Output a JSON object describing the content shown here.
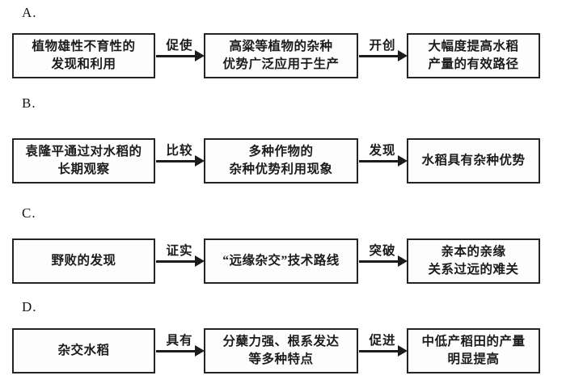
{
  "page": {
    "background_color": "#ffffff",
    "ink_color": "#1b1b1b",
    "description_note": "Scanned multiple-choice flowchart options about hybrid rice"
  },
  "options": [
    {
      "label": "A.",
      "boxes": [
        {
          "lines": [
            "植物雄性不育性的",
            "发现和利用"
          ]
        },
        {
          "lines": [
            "高粱等植物的杂种",
            "优势广泛应用于生产"
          ]
        },
        {
          "lines": [
            "大幅度提高水稻",
            "产量的有效路径"
          ]
        }
      ],
      "arrows": [
        "促使",
        "开创"
      ]
    },
    {
      "label": "B.",
      "boxes": [
        {
          "lines": [
            "袁隆平通过对水稻的",
            "长期观察"
          ]
        },
        {
          "lines": [
            "多种作物的",
            "杂种优势利用现象"
          ]
        },
        {
          "lines": [
            "水稻具有杂种优势"
          ]
        }
      ],
      "arrows": [
        "比较",
        "发现"
      ]
    },
    {
      "label": "C.",
      "boxes": [
        {
          "lines": [
            "野败的发现"
          ]
        },
        {
          "lines": [
            "“远缘杂交”技术路线"
          ]
        },
        {
          "lines": [
            "亲本的亲缘",
            "关系过远的难关"
          ]
        }
      ],
      "arrows": [
        "证实",
        "突破"
      ]
    },
    {
      "label": "D.",
      "boxes": [
        {
          "lines": [
            "杂交水稻"
          ]
        },
        {
          "lines": [
            "分蘖力强、根系发达",
            "等多种特点"
          ]
        },
        {
          "lines": [
            "中低产稻田的产量",
            "明显提高"
          ]
        }
      ],
      "arrows": [
        "具有",
        "促进"
      ]
    }
  ]
}
